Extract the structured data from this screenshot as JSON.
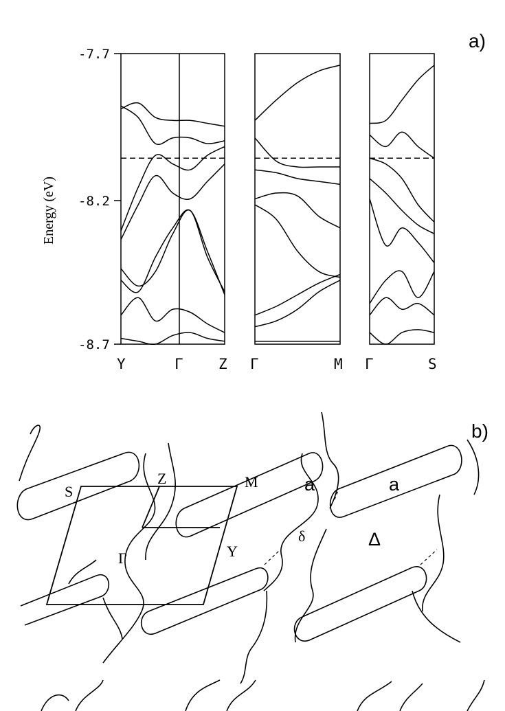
{
  "panel_a": {
    "letter": "a)",
    "ylabel": "Energy (eV)",
    "yticks": [
      "-7.7",
      "-8.2",
      "-8.7"
    ],
    "kpoints": {
      "p1": [
        "Y",
        "Γ",
        "Z"
      ],
      "p2": [
        "Γ",
        "M"
      ],
      "p3": [
        "Γ",
        "S"
      ]
    }
  },
  "panel_b": {
    "letter": "b)",
    "labels": {
      "S": "S",
      "Z": "Z",
      "M": "M",
      "Gamma": "Γ",
      "Y": "Y",
      "a1": "a",
      "a2": "a",
      "delta": "δ",
      "Delta": "Δ"
    }
  },
  "chart_data": {
    "type": "line",
    "title": "",
    "ylabel": "Energy (eV)",
    "ylim": [
      -8.7,
      -7.7
    ],
    "fermi_level": -8.06,
    "panels": [
      {
        "path": [
          "Y",
          "Γ",
          "Z"
        ],
        "series": [
          {
            "x": [
              0,
              0.25,
              0.5,
              0.75,
              1.0,
              1.25,
              1.5
            ],
            "y": [
              -7.89,
              -7.87,
              -7.92,
              -7.93,
              -7.93,
              -7.94,
              -7.95
            ]
          },
          {
            "x": [
              0,
              0.25,
              0.5,
              0.75,
              1.0,
              1.25,
              1.5
            ],
            "y": [
              -7.88,
              -7.92,
              -8.01,
              -7.99,
              -7.99,
              -8.01,
              -8.0
            ]
          },
          {
            "x": [
              0,
              0.25,
              0.5,
              0.75,
              1.0,
              1.25,
              1.5
            ],
            "y": [
              -8.31,
              -8.16,
              -8.05,
              -8.08,
              -8.1,
              -8.05,
              -8.02
            ]
          },
          {
            "x": [
              0,
              0.25,
              0.5,
              0.75,
              1.0,
              1.25,
              1.5
            ],
            "y": [
              -8.34,
              -8.22,
              -8.12,
              -8.18,
              -8.2,
              -8.14,
              -8.08
            ]
          },
          {
            "x": [
              0,
              0.25,
              0.5,
              0.75,
              1.0,
              1.25,
              1.5
            ],
            "y": [
              -8.44,
              -8.5,
              -8.45,
              -8.32,
              -8.24,
              -8.4,
              -8.52
            ]
          },
          {
            "x": [
              0,
              0.25,
              0.5,
              0.75,
              1.0,
              1.25,
              1.5
            ],
            "y": [
              -8.48,
              -8.52,
              -8.4,
              -8.3,
              -8.24,
              -8.38,
              -8.53
            ]
          },
          {
            "x": [
              0,
              0.25,
              0.5,
              0.75,
              1.0,
              1.25,
              1.5
            ],
            "y": [
              -8.6,
              -8.54,
              -8.62,
              -8.58,
              -8.59,
              -8.63,
              -8.66
            ]
          },
          {
            "x": [
              0,
              0.25,
              0.5,
              0.75,
              1.0,
              1.25,
              1.5
            ],
            "y": [
              -8.68,
              -8.69,
              -8.7,
              -8.67,
              -8.66,
              -8.68,
              -8.69
            ]
          }
        ]
      },
      {
        "path": [
          "Γ",
          "M"
        ],
        "series": [
          {
            "x": [
              0,
              0.25,
              0.5,
              0.75,
              1.0
            ],
            "y": [
              -7.93,
              -7.86,
              -7.8,
              -7.76,
              -7.74
            ]
          },
          {
            "x": [
              0,
              0.25,
              0.5,
              0.75,
              1.0
            ],
            "y": [
              -7.99,
              -8.07,
              -8.09,
              -8.09,
              -8.09
            ]
          },
          {
            "x": [
              0,
              0.25,
              0.5,
              0.75,
              1.0
            ],
            "y": [
              -8.1,
              -8.11,
              -8.13,
              -8.14,
              -8.15
            ]
          },
          {
            "x": [
              0,
              0.25,
              0.5,
              0.75,
              1.0
            ],
            "y": [
              -8.2,
              -8.18,
              -8.19,
              -8.26,
              -8.3
            ]
          },
          {
            "x": [
              0,
              0.25,
              0.5,
              0.75,
              1.0
            ],
            "y": [
              -8.22,
              -8.27,
              -8.38,
              -8.45,
              -8.47
            ]
          },
          {
            "x": [
              0,
              0.25,
              0.5,
              0.75,
              1.0
            ],
            "y": [
              -8.6,
              -8.57,
              -8.53,
              -8.49,
              -8.46
            ]
          },
          {
            "x": [
              0,
              0.25,
              0.5,
              0.75,
              1.0
            ],
            "y": [
              -8.64,
              -8.62,
              -8.58,
              -8.52,
              -8.48
            ]
          },
          {
            "x": [
              0,
              0.25,
              0.5,
              0.75,
              1.0
            ],
            "y": [
              -8.69,
              -8.69,
              -8.69,
              -8.69,
              -8.69
            ]
          }
        ]
      },
      {
        "path": [
          "Γ",
          "S"
        ],
        "series": [
          {
            "x": [
              0,
              0.25,
              0.5,
              0.75,
              1.0
            ],
            "y": [
              -7.94,
              -7.93,
              -7.86,
              -7.79,
              -7.74
            ]
          },
          {
            "x": [
              0,
              0.25,
              0.5,
              0.75,
              1.0
            ],
            "y": [
              -7.98,
              -8.02,
              -7.97,
              -8.02,
              -8.06
            ]
          },
          {
            "x": [
              0,
              0.25,
              0.5,
              0.75,
              1.0
            ],
            "y": [
              -8.06,
              -8.08,
              -8.13,
              -8.22,
              -8.28
            ]
          },
          {
            "x": [
              0,
              0.25,
              0.5,
              0.75,
              1.0
            ],
            "y": [
              -8.13,
              -8.18,
              -8.24,
              -8.29,
              -8.32
            ]
          },
          {
            "x": [
              0,
              0.25,
              0.5,
              0.75,
              1.0
            ],
            "y": [
              -8.2,
              -8.36,
              -8.3,
              -8.35,
              -8.42
            ]
          },
          {
            "x": [
              0,
              0.25,
              0.5,
              0.75,
              1.0
            ],
            "y": [
              -8.56,
              -8.48,
              -8.45,
              -8.54,
              -8.45
            ]
          },
          {
            "x": [
              0,
              0.25,
              0.5,
              0.75,
              1.0
            ],
            "y": [
              -8.6,
              -8.54,
              -8.58,
              -8.56,
              -8.6
            ]
          },
          {
            "x": [
              0,
              0.25,
              0.5,
              0.75,
              1.0
            ],
            "y": [
              -8.66,
              -8.7,
              -8.66,
              -8.65,
              -8.66
            ]
          }
        ]
      }
    ]
  }
}
